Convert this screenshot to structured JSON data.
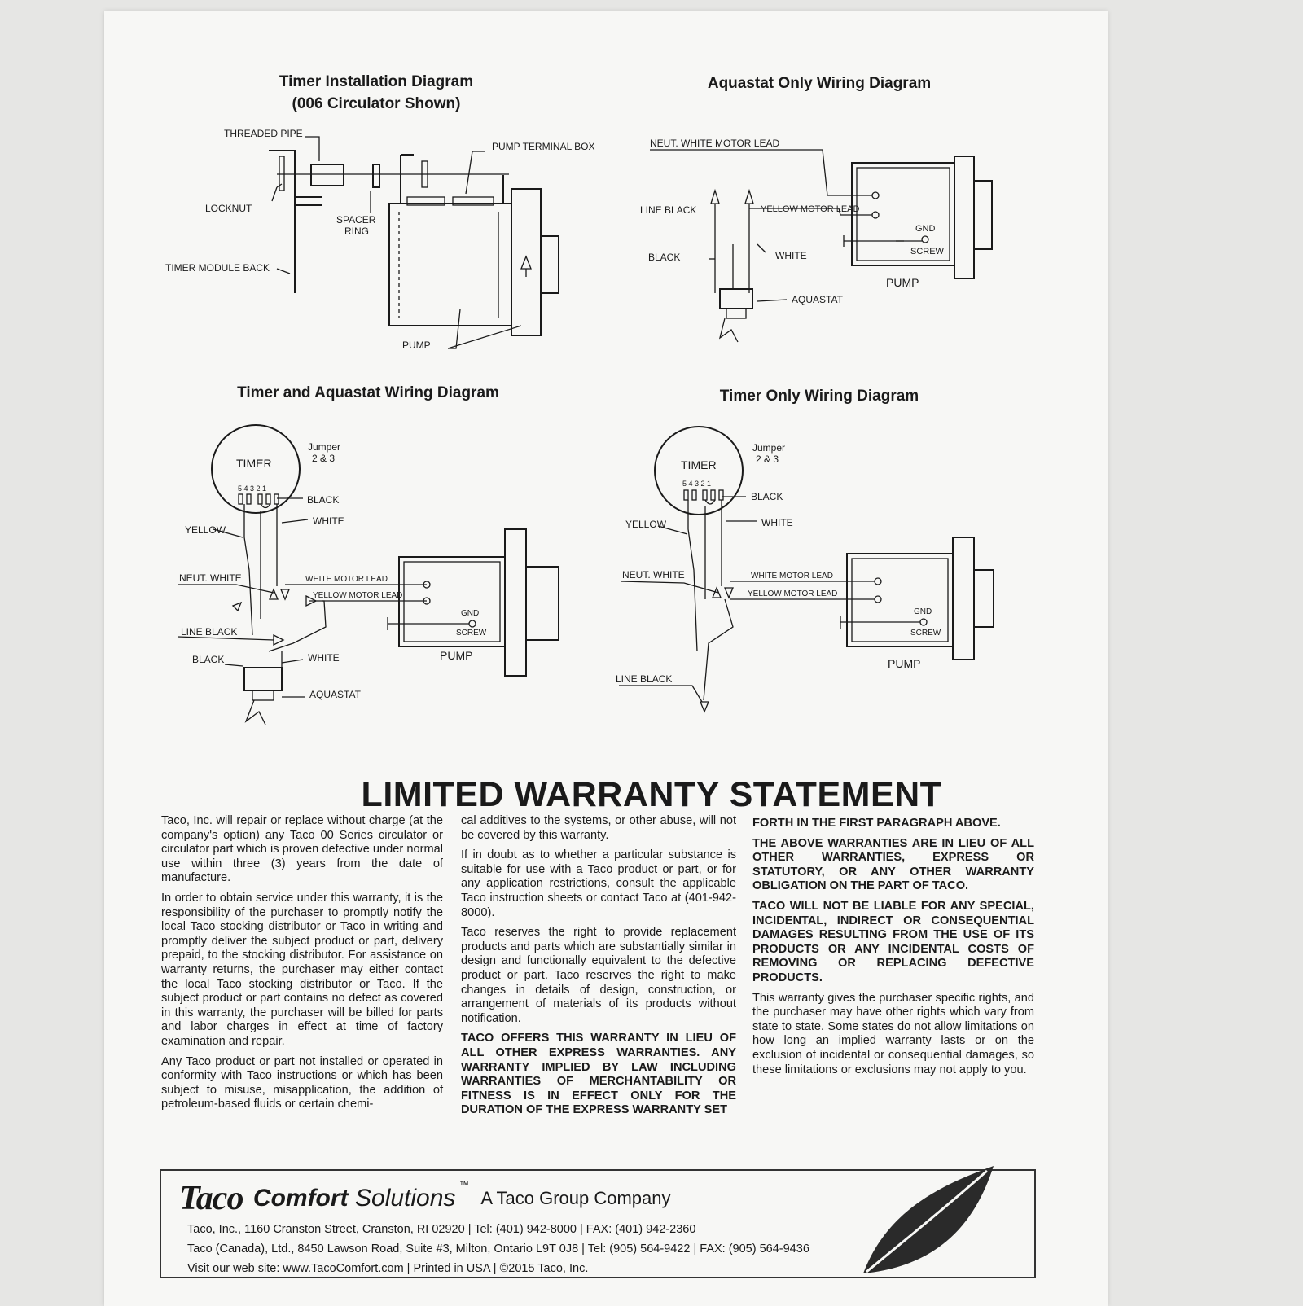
{
  "diagrams": {
    "timer_install": {
      "title_line1": "Timer Installation Diagram",
      "title_line2": "(006 Circulator Shown)",
      "labels": {
        "threaded_pipe": "THREADED PIPE",
        "pump_terminal_box": "PUMP TERMINAL BOX",
        "locknut": "LOCKNUT",
        "spacer_ring_1": "SPACER",
        "spacer_ring_2": "RING",
        "timer_module_back": "TIMER MODULE BACK",
        "pump": "PUMP"
      }
    },
    "aquastat_only": {
      "title": "Aquastat Only Wiring Diagram",
      "labels": {
        "neut_white_motor_lead": "NEUT. WHITE MOTOR LEAD",
        "line_black": "LINE BLACK",
        "yellow_motor_lead": "YELLOW MOTOR LEAD",
        "gnd": "GND",
        "screw": "SCREW",
        "black": "BLACK",
        "white": "WHITE",
        "pump": "PUMP",
        "aquastat": "AQUASTAT"
      }
    },
    "timer_aquastat": {
      "title": "Timer and Aquastat Wiring Diagram",
      "labels": {
        "timer": "TIMER",
        "jumper_1": "Jumper",
        "jumper_2": "2 & 3",
        "terminals": "5 4  3 2 1",
        "black": "BLACK",
        "yellow": "YELLOW",
        "white": "WHITE",
        "neut_white": "NEUT. WHITE",
        "white_motor_lead": "WHITE MOTOR LEAD",
        "yellow_motor_lead": "YELLOW MOTOR LEAD",
        "gnd": "GND",
        "screw": "SCREW",
        "line_black": "LINE BLACK",
        "pump": "PUMP",
        "black2": "BLACK",
        "white2": "WHITE",
        "aquastat": "AQUASTAT"
      }
    },
    "timer_only": {
      "title": "Timer Only Wiring Diagram",
      "labels": {
        "timer": "TIMER",
        "jumper_1": "Jumper",
        "jumper_2": "2 & 3",
        "terminals": "5 4  3 2 1",
        "black": "BLACK",
        "yellow": "YELLOW",
        "white": "WHITE",
        "neut_white": "NEUT. WHITE",
        "white_motor_lead": "WHITE MOTOR LEAD",
        "yellow_motor_lead": "YELLOW MOTOR LEAD",
        "gnd": "GND",
        "screw": "SCREW",
        "pump": "PUMP",
        "line_black": "LINE BLACK"
      }
    }
  },
  "warranty": {
    "title": "LIMITED WARRANTY STATEMENT",
    "col1": [
      "Taco, Inc. will repair or replace without charge (at the company's option) any Taco 00 Series circulator or circulator part which is proven defective under normal use within three (3) years from the date of manufacture.",
      "In order to obtain service under this warranty, it is the responsibility of the purchaser to promptly notify the local Taco stocking distributor or Taco in writing and promptly deliver the subject product or part, delivery prepaid, to the stocking distributor. For assistance on warranty returns, the purchaser may either contact the local Taco stocking distributor or Taco. If the subject product or part contains no defect as covered in this warranty, the purchaser will be billed for parts and labor charges in effect at time of factory examination and repair.",
      "Any Taco product or part not installed or operated in conformity with Taco instructions or which has been subject to misuse, misapplication, the addition of petroleum-based fluids or certain chemi-"
    ],
    "col2": [
      "cal additives to the systems, or other abuse, will not be covered by this warranty.",
      "If in doubt as to whether a particular substance is suitable for use with a Taco product or part, or for any application restrictions, consult the applicable Taco instruction sheets or contact Taco at (401-942-8000).",
      "Taco reserves the right to provide replacement products and parts which are substantially similar in design and functionally equivalent to the defective product or part. Taco reserves the right to make changes in details of design, construction, or arrangement of materials of its products without notification.",
      "TACO OFFERS THIS WARRANTY IN LIEU OF ALL OTHER EXPRESS WARRANTIES. ANY WARRANTY IMPLIED BY LAW INCLUDING WARRANTIES OF MERCHANTABILITY OR FITNESS IS IN EFFECT ONLY FOR THE DURATION OF THE EXPRESS WARRANTY SET"
    ],
    "col3": [
      "FORTH IN THE FIRST PARAGRAPH ABOVE.",
      "THE ABOVE WARRANTIES ARE IN LIEU OF ALL OTHER WARRANTIES, EXPRESS OR STATUTORY, OR ANY OTHER WARRANTY OBLIGATION ON THE PART OF TACO.",
      "TACO WILL NOT BE LIABLE FOR ANY SPECIAL, INCIDENTAL, INDIRECT OR CONSEQUENTIAL DAMAGES RESULTING FROM THE USE OF ITS PRODUCTS OR ANY INCIDENTAL COSTS OF REMOVING OR REPLACING DEFECTIVE PRODUCTS.",
      "This warranty gives the purchaser specific rights, and the purchaser may have other rights which vary from state to state. Some states do not allow limitations on how long an implied warranty lasts or on the exclusion of incidental or consequential damages, so these limitations or exclusions may not apply to you."
    ]
  },
  "footer": {
    "logo_taco": "Taco",
    "logo_comfort": "Comfort",
    "logo_solutions": "Solutions",
    "logo_tm": "™",
    "logo_group": "A Taco Group Company",
    "line1": "Taco, Inc., 1160 Cranston Street, Cranston, RI 02920  |  Tel: (401) 942-8000  |  FAX: (401) 942-2360",
    "line2": "Taco (Canada), Ltd., 8450 Lawson Road, Suite #3, Milton, Ontario L9T 0J8  |  Tel: (905) 564-9422  |  FAX: (905) 564-9436",
    "line3": "Visit our web site: www.TacoComfort.com  |  Printed in USA  |  ©2015 Taco, Inc."
  },
  "colors": {
    "ink": "#1a1a1a",
    "paper": "#f7f7f5",
    "background": "#e6e6e4"
  }
}
